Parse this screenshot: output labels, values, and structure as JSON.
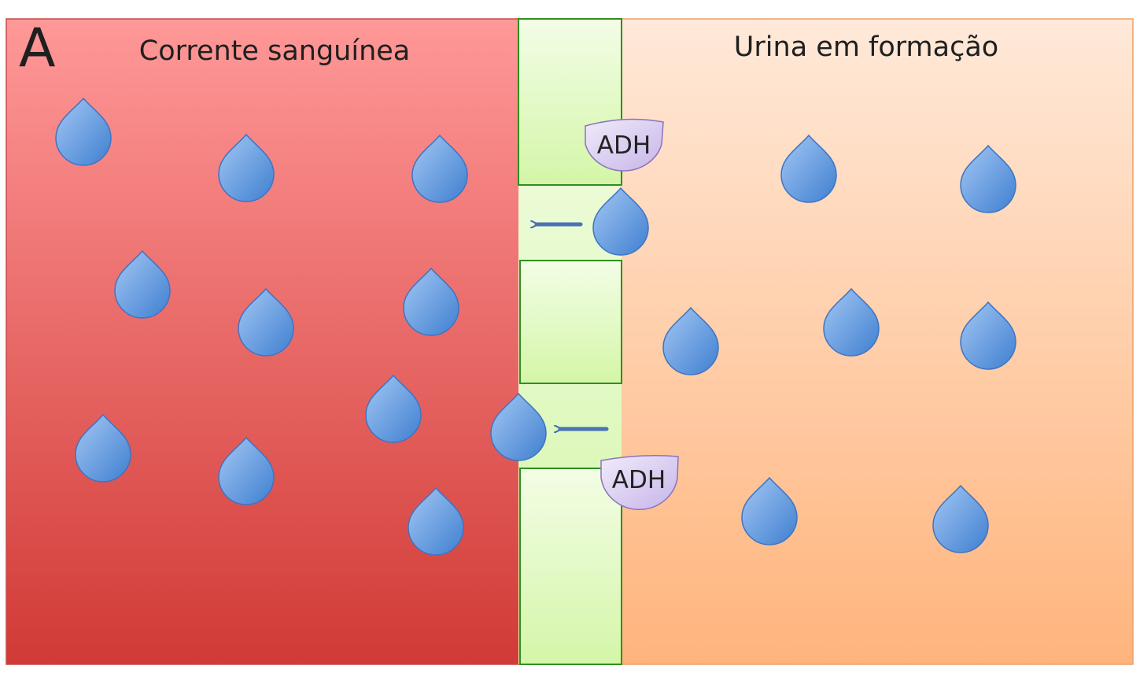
{
  "panel_letter": "A",
  "left_region": {
    "label": "Corrente sanguínea",
    "color_top": "#ff9898",
    "color_bottom": "#d13a36"
  },
  "right_region": {
    "label": "Urina em formação",
    "color_top": "#ffe9d9",
    "color_bottom": "#ffb47c"
  },
  "membrane": {
    "color_top": "#f3fde6",
    "color_bottom": "#d4f6a8",
    "border_color": "#2f8f1f"
  },
  "hormone_label": "ADH",
  "hormone_color": "#d9cdf0",
  "drop_color": "#5b95dc",
  "drop_icon": "water-drop-icon",
  "arrow_color": "#4a72b4",
  "arrow_icon": "arrow-left-icon"
}
